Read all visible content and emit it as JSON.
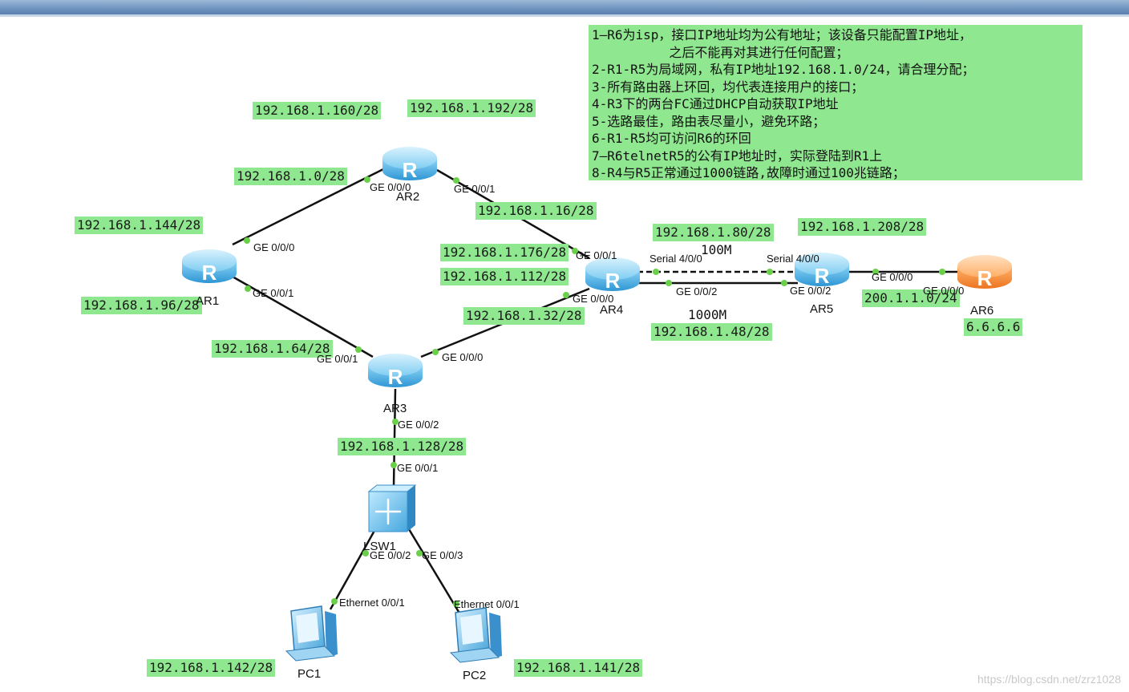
{
  "notes": [
    "1—R6为isp，接口IP地址均为公有地址；该设备只能配置IP地址，",
    "          之后不能再对其进行任何配置；",
    "2-R1-R5为局域网，私有IP地址192.168.1.0/24，请合理分配；",
    "3-所有路由器上环回，均代表连接用户的接口；",
    "4-R3下的两台FC通过DHCP自动获取IP地址",
    "5-选路最佳，路由表尽量小，避免环路；",
    "6-R1-R5均可访问R6的环回",
    "7—R6telnetR5的公有IP地址时，实际登陆到R1上",
    "8-R4与R5正常通过1000链路,故障时通过100兆链路；"
  ],
  "devices": {
    "ar1": "AR1",
    "ar2": "AR2",
    "ar3": "AR3",
    "ar4": "AR4",
    "ar5": "AR5",
    "ar6": "AR6",
    "lsw1": "LSW1",
    "pc1": "PC1",
    "pc2": "PC2"
  },
  "subnets": {
    "s160": "192.168.1.160/28",
    "s192": "192.168.1.192/28",
    "s0": "192.168.1.0/28",
    "s144": "192.168.1.144/28",
    "s96": "192.168.1.96/28",
    "s16": "192.168.1.16/28",
    "s176": "192.168.1.176/28",
    "s112": "192.168.1.112/28",
    "s32": "192.168.1.32/28",
    "s64": "192.168.1.64/28",
    "s80": "192.168.1.80/28",
    "s48": "192.168.1.48/28",
    "s208": "192.168.1.208/28",
    "pub": "200.1.1.0/24",
    "r6loop": "6.6.6.6",
    "s128": "192.168.1.128/28",
    "pc1ip": "192.168.1.142/28",
    "pc2ip": "192.168.1.141/28"
  },
  "speeds": {
    "s100": "100M",
    "s1000": "1000M"
  },
  "ports": {
    "ar2_g000": "GE 0/0/0",
    "ar2_g001": "GE 0/0/1",
    "ar1_g000": "GE 0/0/0",
    "ar1_g001": "GE 0/0/1",
    "ar4_g001": "GE 0/0/1",
    "ar4_g000": "GE 0/0/0",
    "ar4_ser": "Serial 4/0/0",
    "ar4_g002": "GE 0/0/2",
    "ar5_ser": "Serial 4/0/0",
    "ar5_g002": "GE 0/0/2",
    "ar5_g000": "GE 0/0/0",
    "ar6_g000": "GE 0/0/0",
    "ar3_g001": "GE 0/0/1",
    "ar3_g000": "GE 0/0/0",
    "ar3_g002": "GE 0/0/2",
    "lsw_g001": "GE 0/0/1",
    "lsw_g002": "GE 0/0/2",
    "lsw_g003": "GE 0/0/3",
    "pc1_eth": "Ethernet 0/0/1",
    "pc2_eth": "Ethernet 0/0/1"
  },
  "watermark": "https://blog.csdn.net/zrz1028",
  "icons": {
    "router": "router-icon",
    "switch": "switch-icon",
    "pc": "pc-icon"
  },
  "colors": {
    "label_bg": "#8fe88f",
    "router_blue": "#3fa9e0",
    "router_isp": "#f08a2a",
    "link": "#111111",
    "port_dot": "#6ad04a"
  }
}
